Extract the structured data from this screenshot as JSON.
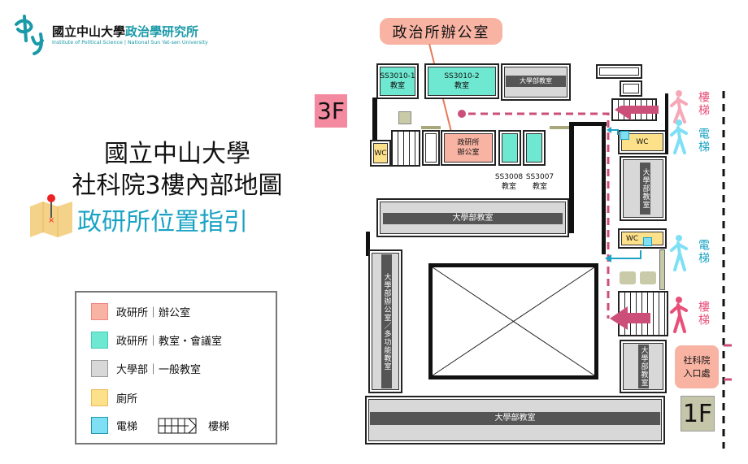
{
  "logo": {
    "mark": "中山",
    "title_black": "國立中山大學",
    "title_teal": "政治學研究所",
    "subtitle": "Institute of Political Science | National Sun Yat-sen University"
  },
  "floor_badge": "3F",
  "heading": {
    "line1": "國立中山大學",
    "line2": "社科院3樓內部地圖",
    "line3": "政研所位置指引"
  },
  "legend": [
    {
      "label": "政研所｜辦公室",
      "color": "#f8b3a3"
    },
    {
      "label": "政研所｜教室・會議室",
      "color": "#6ee8d0"
    },
    {
      "label": "大學部｜一般教室",
      "color": "#d8d8d8"
    },
    {
      "label": "廁所",
      "color": "#fde08a"
    },
    {
      "label": "電梯",
      "color": "#7fe0f5"
    }
  ],
  "legend_stairs": "樓梯",
  "map": {
    "callout": "政治所辦公室",
    "rooms": {
      "ss3010_1": "SS3010-1\n教室",
      "ss3010_2": "SS3010-2\n教室",
      "top_ug": "大學部教室",
      "office": "政研所\n辦公室",
      "wc": "WC",
      "ss3008": "SS3008\n教室",
      "ss3007": "SS3007\n教室",
      "mid_ug": "大學部教室",
      "left_col": "大學部辦公室／多功能教室",
      "right_ug": "大學部教室",
      "bottom_ug": "大學部教室"
    },
    "markers": {
      "stairs": "樓梯",
      "elevator": "電梯"
    },
    "entrance": "社科院入口處",
    "ground_badge": "1F"
  },
  "colors": {
    "stairs_pink": "#e8507a",
    "elevator_cyan": "#1aa3c4",
    "path": "#cc4f7a"
  }
}
